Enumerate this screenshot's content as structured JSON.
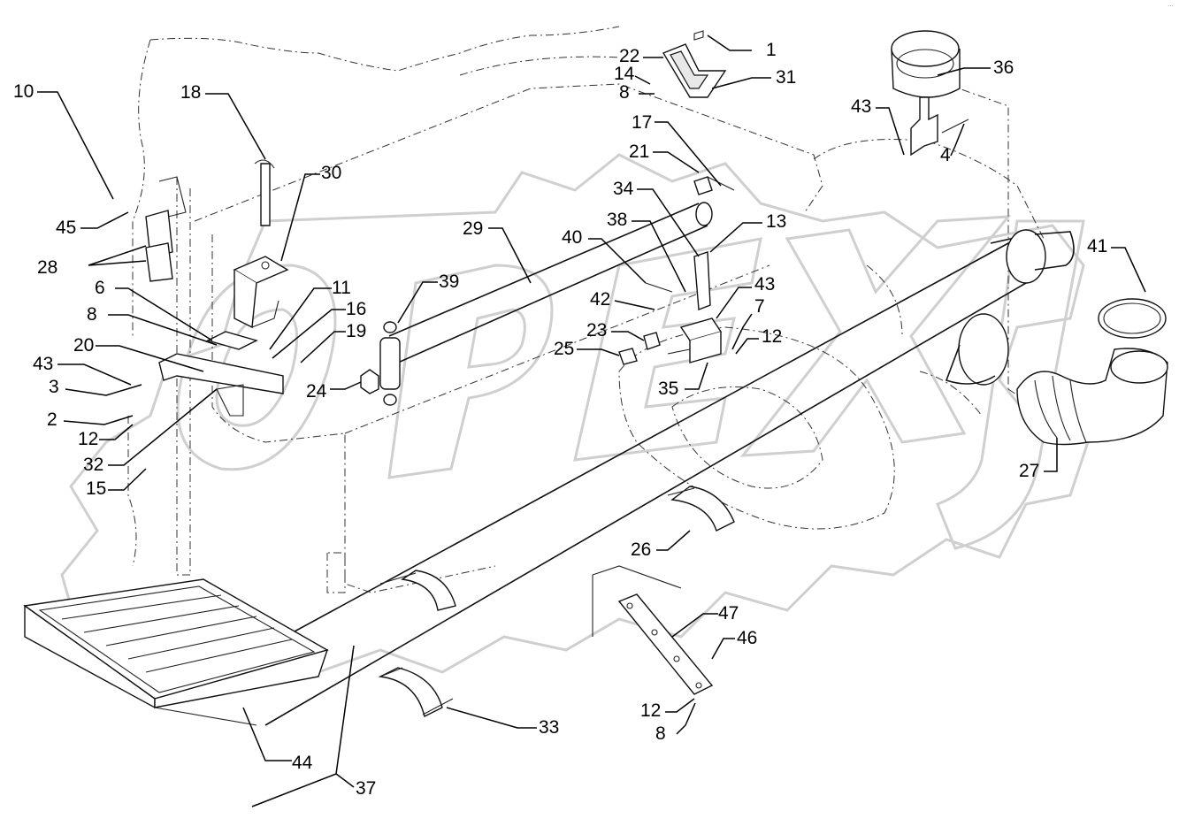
{
  "corner_mark": "…",
  "watermark_text": "OPEX",
  "callouts": [
    {
      "id": "c1",
      "text": "1"
    },
    {
      "id": "c2",
      "text": "2"
    },
    {
      "id": "c3",
      "text": "3"
    },
    {
      "id": "c4",
      "text": "4"
    },
    {
      "id": "c6",
      "text": "6"
    },
    {
      "id": "c7",
      "text": "7"
    },
    {
      "id": "c8a",
      "text": "8"
    },
    {
      "id": "c8b",
      "text": "8"
    },
    {
      "id": "c8c",
      "text": "8"
    },
    {
      "id": "c10",
      "text": "10"
    },
    {
      "id": "c11",
      "text": "11"
    },
    {
      "id": "c12a",
      "text": "12"
    },
    {
      "id": "c12b",
      "text": "12"
    },
    {
      "id": "c12c",
      "text": "12"
    },
    {
      "id": "c13",
      "text": "13"
    },
    {
      "id": "c14",
      "text": "14"
    },
    {
      "id": "c15",
      "text": "15"
    },
    {
      "id": "c16",
      "text": "16"
    },
    {
      "id": "c17",
      "text": "17"
    },
    {
      "id": "c18",
      "text": "18"
    },
    {
      "id": "c19",
      "text": "19"
    },
    {
      "id": "c20",
      "text": "20"
    },
    {
      "id": "c21",
      "text": "21"
    },
    {
      "id": "c22",
      "text": "22"
    },
    {
      "id": "c23",
      "text": "23"
    },
    {
      "id": "c24",
      "text": "24"
    },
    {
      "id": "c25",
      "text": "25"
    },
    {
      "id": "c26",
      "text": "26"
    },
    {
      "id": "c27",
      "text": "27"
    },
    {
      "id": "c28",
      "text": "28"
    },
    {
      "id": "c29",
      "text": "29"
    },
    {
      "id": "c30",
      "text": "30"
    },
    {
      "id": "c31",
      "text": "31"
    },
    {
      "id": "c32",
      "text": "32"
    },
    {
      "id": "c33",
      "text": "33"
    },
    {
      "id": "c34",
      "text": "34"
    },
    {
      "id": "c35",
      "text": "35"
    },
    {
      "id": "c36",
      "text": "36"
    },
    {
      "id": "c37",
      "text": "37"
    },
    {
      "id": "c38",
      "text": "38"
    },
    {
      "id": "c39",
      "text": "39"
    },
    {
      "id": "c40",
      "text": "40"
    },
    {
      "id": "c41",
      "text": "41"
    },
    {
      "id": "c42",
      "text": "42"
    },
    {
      "id": "c43a",
      "text": "43"
    },
    {
      "id": "c43b",
      "text": "43"
    },
    {
      "id": "c43c",
      "text": "43"
    },
    {
      "id": "c44",
      "text": "44"
    },
    {
      "id": "c45",
      "text": "45"
    },
    {
      "id": "c46",
      "text": "46"
    },
    {
      "id": "c47",
      "text": "47"
    }
  ]
}
